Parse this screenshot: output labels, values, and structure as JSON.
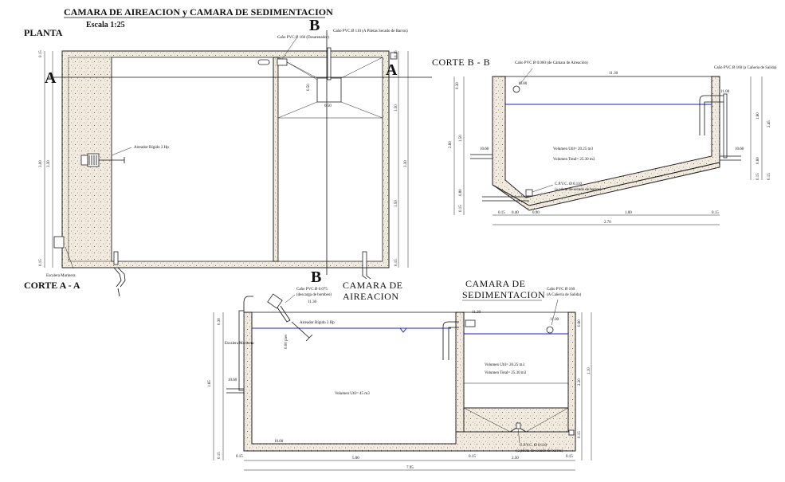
{
  "title": "CAMARA DE AIREACION  y  CAMARA DE SEDIMENTACION",
  "scale": "Escala 1:25",
  "plan": {
    "label": "PLANTA",
    "section_a": "A",
    "section_b": "B",
    "aerator": "Aireador Rígido 3 Hp",
    "pipe_drain": "Caño PVC Ø 160 (Desarenador)",
    "pipe_sludge": "Caño PVC Ø 110 (A Piletas Secado de Barros)",
    "inner_dim": "0.50",
    "dims_left": [
      "0.15",
      "3.00",
      "3.30",
      "0.15"
    ],
    "dims_right": [
      "0.15",
      "1.50",
      "1.50",
      "3.30",
      "0.15"
    ]
  },
  "section_bb": {
    "label": "CORTE  B - B",
    "pipe_inlet": "Caño PVC Ø 0.060 (de Cámara de Aireación)",
    "pipe_outlet": "Caño PVC Ø 160 (a Cañería de Salida)",
    "level_top": "11.30",
    "level_a": "10.00",
    "level_b": "10.60",
    "level_c": "11.00",
    "level_d": "10.60",
    "vol_util": "Volumen Util= 20.25 m3",
    "vol_total": "Volumen Total= 25.30 m3",
    "sludge_pipe": "C.P.V.C. Ø 0.110",
    "sludge_dest": "(a pileta de secado de barros)",
    "dims_bottom": [
      "0.15",
      "0.40",
      "0.90",
      "1.00",
      "0.15"
    ],
    "dim_total": "2.70",
    "dims_left": [
      "0.30",
      "1.50",
      "2.60",
      "0.80",
      "0.15"
    ],
    "dims_right": [
      "1.60",
      "2.45",
      "0.60",
      "0.15",
      "0.15"
    ]
  },
  "section_aa": {
    "label": "CORTE A - A",
    "label_aeration": "CAMARA DE AIREACION",
    "label_sedimentation": "CAMARA DE SEDIMENTACION",
    "registro": "Escalera Marinera",
    "registro_plan": "Escalera Marinera",
    "pipe_air": "Caño PVC Ø 0.075",
    "pipe_air_note": "(descarga de bombeo)",
    "pipe_out": "Caño PVC Ø 160",
    "pipe_out_note": "(A Cañería de Salida)",
    "aerator": "Aireador Rígido 3 Hp",
    "level_a": "11.30",
    "level_b": "11.00",
    "level_c": "10.60",
    "level_d": "10.00",
    "vol_aer": "Volumen Util= 45 m3",
    "vol_util": "Volumen Util= 20.25 m3",
    "vol_total": "Volumen Total= 25.30 m3",
    "sludge_pipe": "C.P.V.C. Ø 0.110",
    "sludge_dest": "(a pileta de secado de barros)",
    "depth_label": "0.00 pies",
    "dims_bottom": [
      "0.15",
      "5.00",
      "0.15",
      "2.50",
      "0.15"
    ],
    "dim_total": "7.95",
    "dims_left": [
      "0.30",
      "1.65",
      "0.15"
    ],
    "dims_right": [
      "0.60",
      "2.20",
      "1.10",
      "0.15"
    ]
  }
}
